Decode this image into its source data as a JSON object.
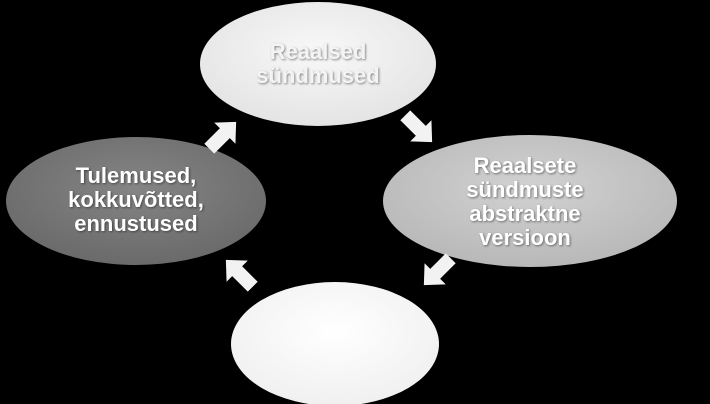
{
  "diagram": {
    "type": "cycle",
    "nodes": [
      {
        "id": "top",
        "label": "Reaalsed\nsündmused",
        "fill": "#f0f0f0"
      },
      {
        "id": "right",
        "label": "Reaalsete\nsündmuste\nabstraktne\nversioon",
        "fill": "#c8c8c8"
      },
      {
        "id": "bottom",
        "label": "",
        "fill": "#ffffff"
      },
      {
        "id": "left",
        "label": "Tulemused,\nkokkuvõtted,\nennustused",
        "fill": "#777777"
      }
    ],
    "arrow_color": "#f2f2f2"
  }
}
